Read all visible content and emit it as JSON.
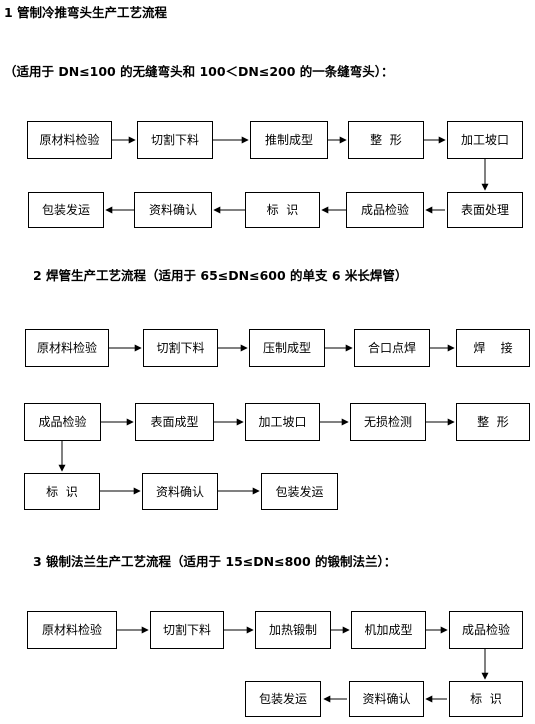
{
  "headings": {
    "h1": "1 管制冷推弯头生产工艺流程",
    "h1_sub": "（适用于 DN≤100 的无缝弯头和 100＜DN≤200 的一条缝弯头）：",
    "h2": "2 焊管生产工艺流程（适用于 65≤DN≤600 的单支 6 米长焊管）",
    "h3": "3 锻制法兰生产工艺流程（适用于 15≤DN≤800 的锻制法兰）："
  },
  "flow1": {
    "row1": [
      "原材料检验",
      "切割下料",
      "推制成型",
      "整  形",
      "加工坡口"
    ],
    "row2": [
      "包装发运",
      "资料确认",
      "标  识",
      "成品检验",
      "表面处理"
    ]
  },
  "flow2": {
    "row1": [
      "原材料检验",
      "切割下料",
      "压制成型",
      "合口点焊",
      "焊    接"
    ],
    "row2": [
      "成品检验",
      "表面成型",
      "加工坡口",
      "无损检测",
      "整  形"
    ],
    "row3": [
      "标  识",
      "资料确认",
      "包装发运"
    ]
  },
  "flow3": {
    "row1": [
      "原材料检验",
      "切割下料",
      "加热锻制",
      "机加成型",
      "成品检验"
    ],
    "row2": [
      "包装发运",
      "资料确认",
      "标  识"
    ]
  }
}
